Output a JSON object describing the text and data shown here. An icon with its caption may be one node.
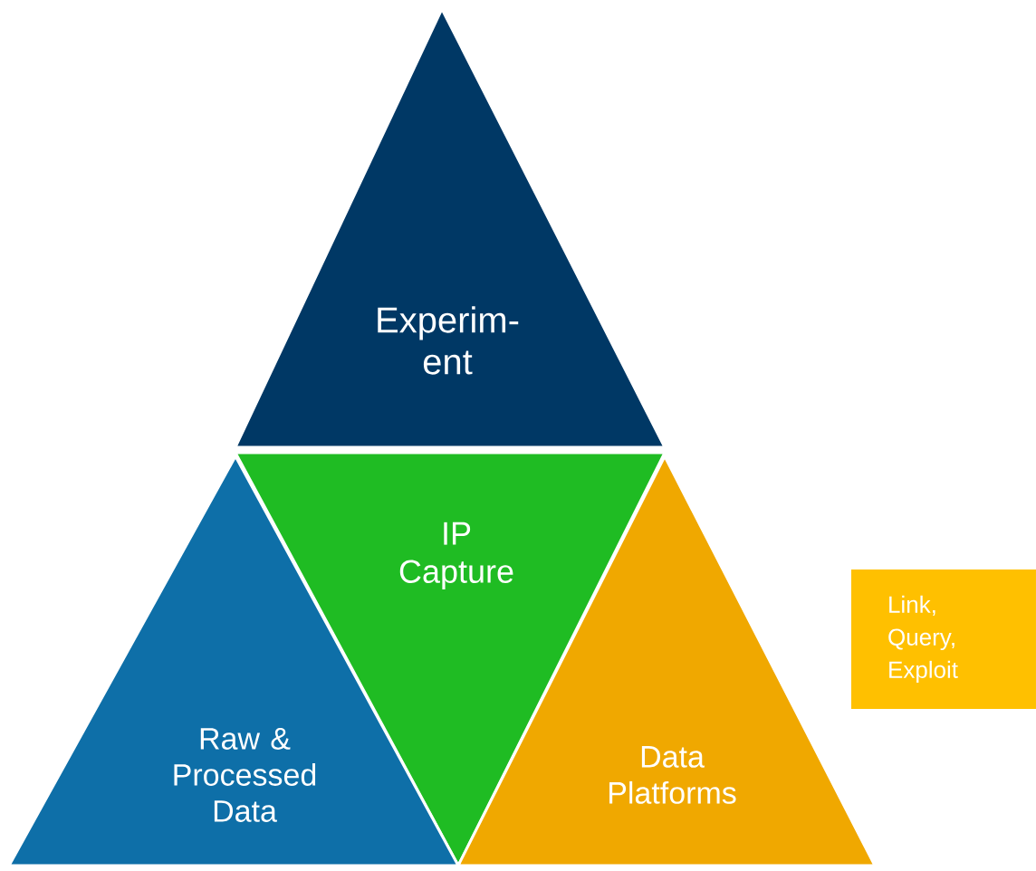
{
  "diagram": {
    "nodes": [
      {
        "text": [
          "Experim- ent"
        ]
      },
      {
        "text": [
          "IP Capture"
        ]
      },
      {
        "text": [
          "Raw & Processed Data"
        ]
      },
      {
        "text": [
          "Data Platforms"
        ]
      },
      {
        "text": [
          "Link, Query, Exploit"
        ]
      }
    ]
  }
}
